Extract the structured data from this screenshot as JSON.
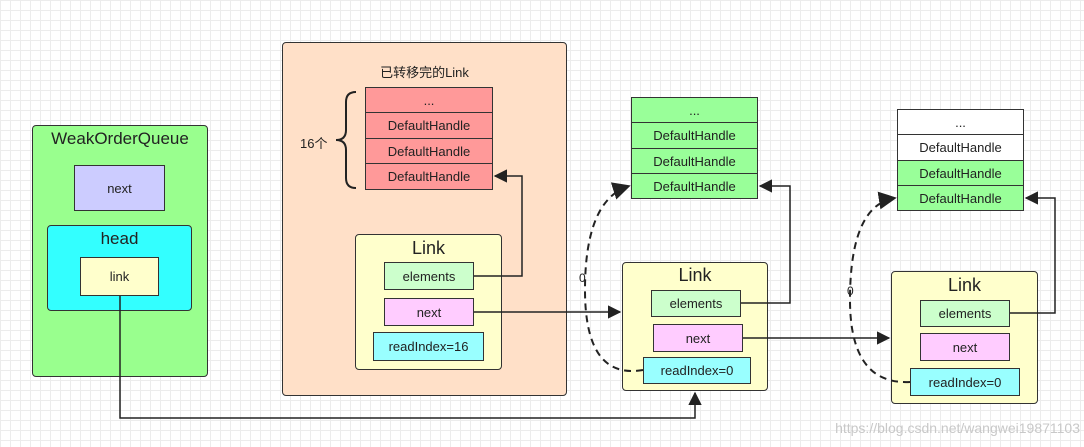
{
  "colors": {
    "queue_bg": "#99ff8e",
    "head_bg": "#33ffff",
    "next_purple": "#ccccff",
    "link_yellow": "#ffffcc",
    "transferred_bg": "#ffe0c8",
    "red_cell": "#ff9999",
    "green_cell": "#99ff99",
    "pink_next": "#ffccff",
    "cyan_index": "#99ffff",
    "elements_green": "#ccffcc"
  },
  "queue": {
    "title": "WeakOrderQueue",
    "next_label": "next",
    "head_title": "head",
    "link_label": "link"
  },
  "transferred": {
    "title": "已转移完的Link",
    "count_label": "16个",
    "cells": [
      "...",
      "DefaultHandle",
      "DefaultHandle",
      "DefaultHandle"
    ],
    "link": {
      "title": "Link",
      "elements": "elements",
      "next": "next",
      "read_index": "readIndex=16"
    }
  },
  "array2": {
    "cells": [
      "...",
      "DefaultHandle",
      "DefaultHandle",
      "DefaultHandle"
    ]
  },
  "link2": {
    "title": "Link",
    "elements": "elements",
    "next": "next",
    "read_index": "readIndex=0",
    "zero_label": "0"
  },
  "array3": {
    "cells": [
      "...",
      "DefaultHandle",
      "DefaultHandle",
      "DefaultHandle"
    ]
  },
  "link3": {
    "title": "Link",
    "elements": "elements",
    "next": "next",
    "read_index": "readIndex=0",
    "zero_label": "0"
  },
  "watermark": "https://blog.csdn.net/wangwei19871103"
}
